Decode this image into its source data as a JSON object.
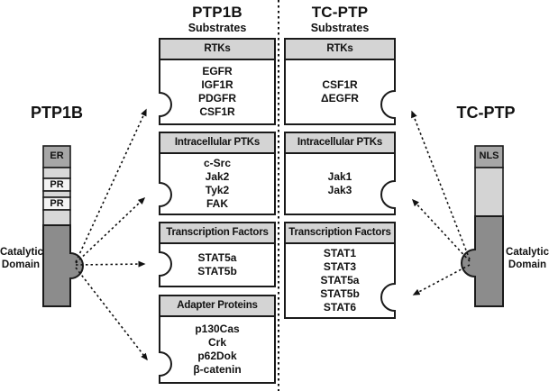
{
  "left_panel": {
    "title": "PTP1B",
    "subtitle": "Substrates",
    "boxes": [
      {
        "header": "RTKs",
        "items": [
          "EGFR",
          "IGF1R",
          "PDGFR",
          "CSF1R"
        ]
      },
      {
        "header": "Intracellular PTKs",
        "items": [
          "c-Src",
          "Jak2",
          "Tyk2",
          "FAK"
        ]
      },
      {
        "header": "Transcription Factors",
        "items": [
          "STAT5a",
          "STAT5b"
        ]
      },
      {
        "header": "Adapter Proteins",
        "items": [
          "p130Cas",
          "Crk",
          "p62Dok",
          "β-catenin"
        ]
      }
    ]
  },
  "right_panel": {
    "title": "TC-PTP",
    "subtitle": "Substrates",
    "boxes": [
      {
        "header": "RTKs",
        "items": [
          "CSF1R",
          "ΔEGFR"
        ]
      },
      {
        "header": "Intracellular PTKs",
        "items": [
          "Jak1",
          "Jak3"
        ]
      },
      {
        "header": "Transcription Factors",
        "items": [
          "STAT1",
          "STAT3",
          "STAT5a",
          "STAT5b",
          "STAT6"
        ]
      }
    ]
  },
  "ptp1b_protein": {
    "name": "PTP1B",
    "segment_labels": [
      "ER",
      "PR",
      "PR"
    ],
    "catalytic_line1": "Catalytic",
    "catalytic_line2": "Domain"
  },
  "tcptp_protein": {
    "name": "TC-PTP",
    "segment_labels": [
      "NLS"
    ],
    "catalytic_line1": "Catalytic",
    "catalytic_line2": "Domain"
  },
  "colors": {
    "outline": "#1a1a1a",
    "box_header_fill": "#d4d4d4",
    "box_body_fill": "#ffffff",
    "domain_dark": "#8c8c8c",
    "domain_medium": "#a6a6a6",
    "domain_light": "#d8d8d8",
    "domain_pale": "#f4f4f4",
    "tc_linker_fill": "#d4d4d4"
  }
}
